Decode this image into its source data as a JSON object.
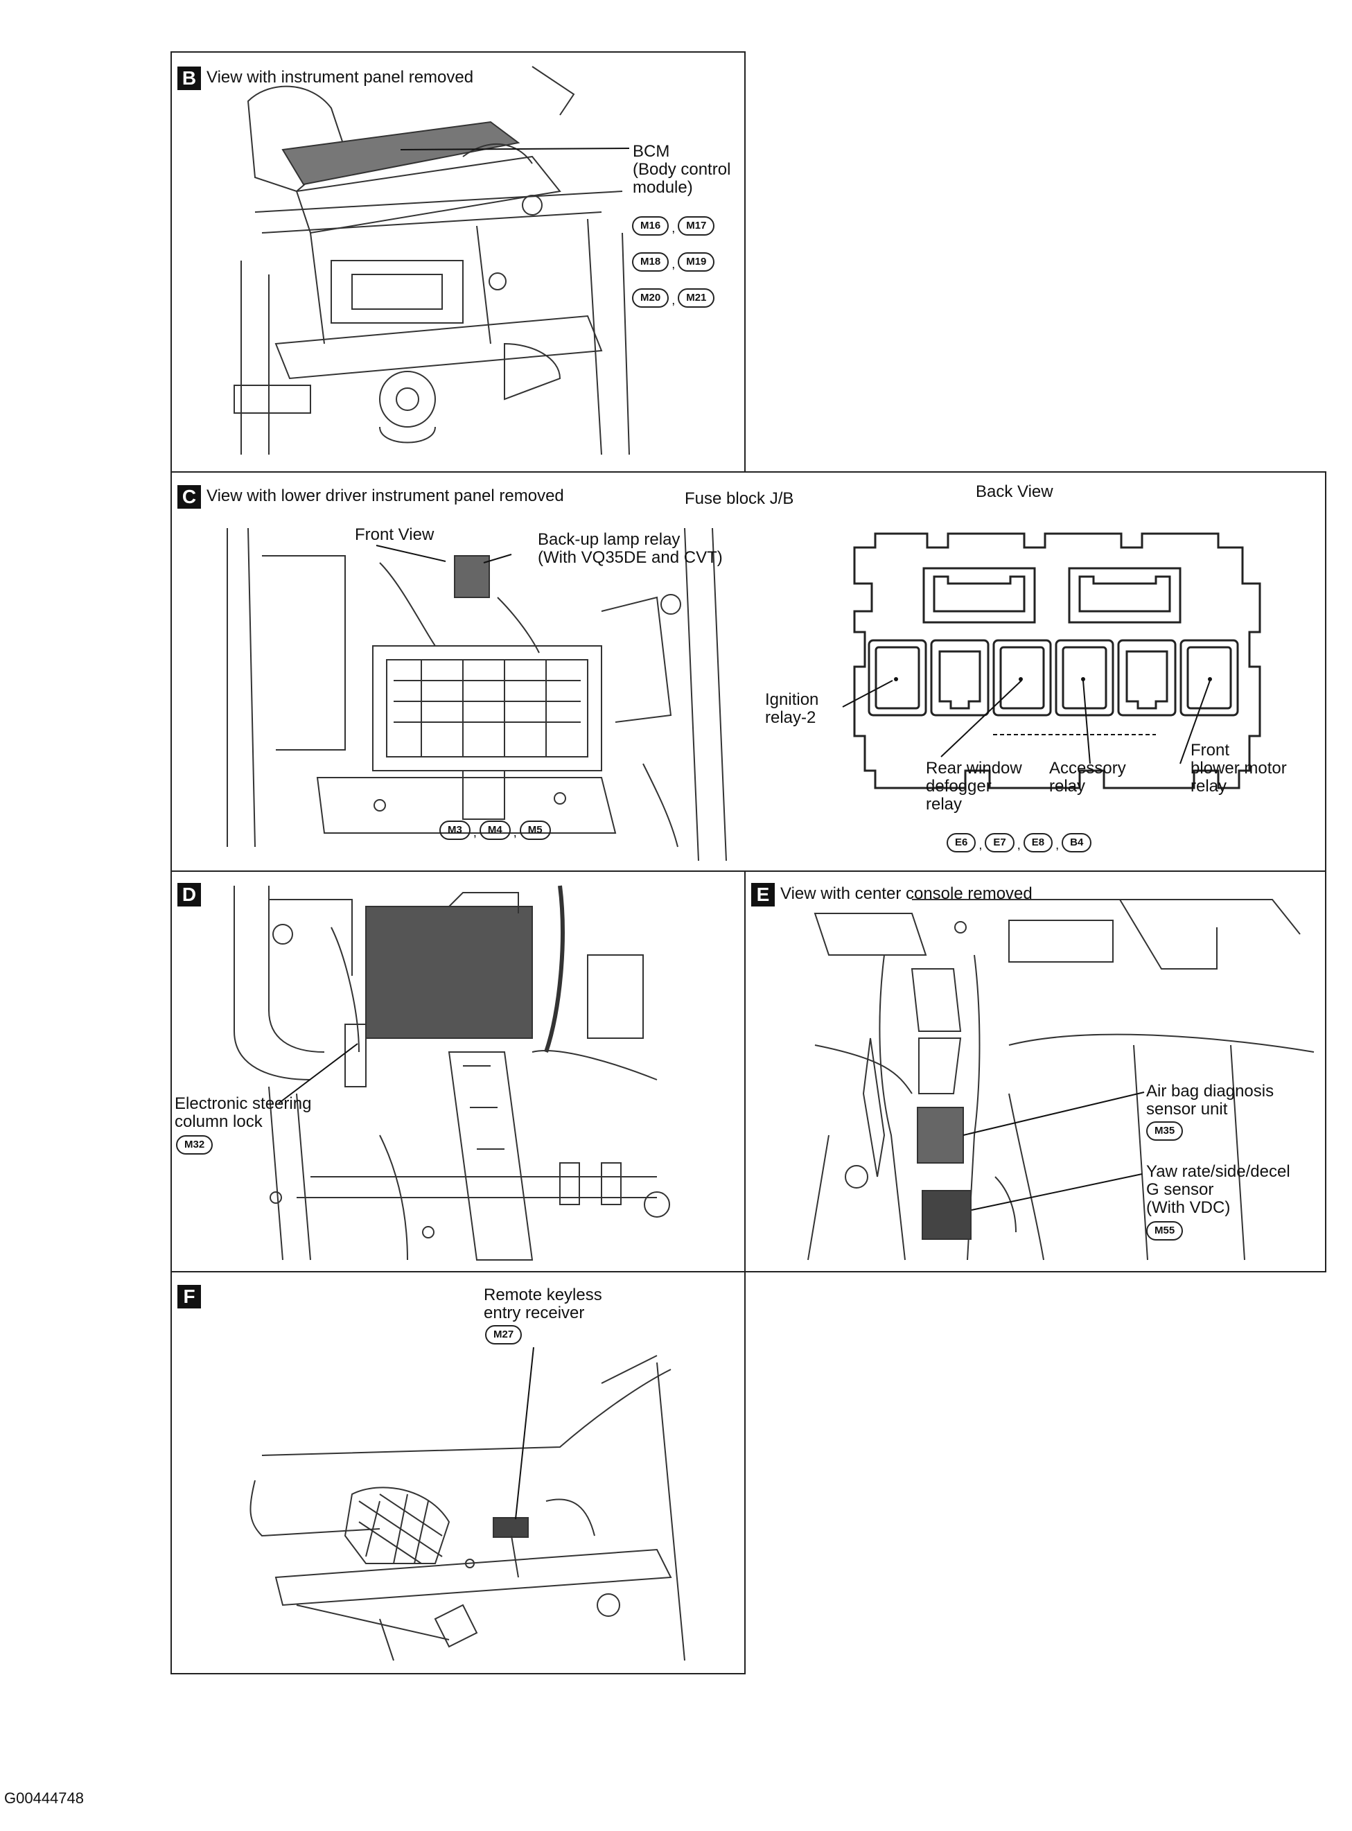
{
  "panels": {
    "b": {
      "badge": "B",
      "title": "View with instrument panel removed",
      "label": [
        "BCM",
        "(Body control",
        "module)"
      ],
      "connector_rows": [
        [
          "M16",
          "M17"
        ],
        [
          "M18",
          "M19"
        ],
        [
          "M20",
          "M21"
        ]
      ]
    },
    "c": {
      "badge": "C",
      "title": "View with lower driver instrument panel removed",
      "fuse_block_title": "Fuse block J/B",
      "front_view": "Front View",
      "back_view": "Back View",
      "backup_relay": [
        "Back-up lamp relay",
        "(With VQ35DE and CVT)"
      ],
      "ignition_relay": [
        "Ignition",
        "relay-2"
      ],
      "rear_defogger": [
        "Rear window",
        "defogger",
        "relay"
      ],
      "accessory_relay": [
        "Accessory",
        "relay"
      ],
      "blower_relay": [
        "Front",
        "blower motor",
        "relay"
      ],
      "connectors_left": [
        "M3",
        "M4",
        "M5"
      ],
      "connectors_right": [
        "E6",
        "E7",
        "E8",
        "B4"
      ]
    },
    "d": {
      "badge": "D",
      "label": [
        "Electronic steering",
        "column lock"
      ],
      "connector": "M32"
    },
    "e": {
      "badge": "E",
      "title": "View with center console removed",
      "airbag": [
        "Air bag diagnosis",
        "sensor unit"
      ],
      "airbag_connector": "M35",
      "yaw": [
        "Yaw rate/side/decel",
        "G sensor",
        "(With VDC)"
      ],
      "yaw_connector": "M55"
    },
    "f": {
      "badge": "F",
      "label": [
        "Remote keyless",
        "entry receiver"
      ],
      "connector": "M27"
    }
  },
  "footer_code": "G00444748"
}
